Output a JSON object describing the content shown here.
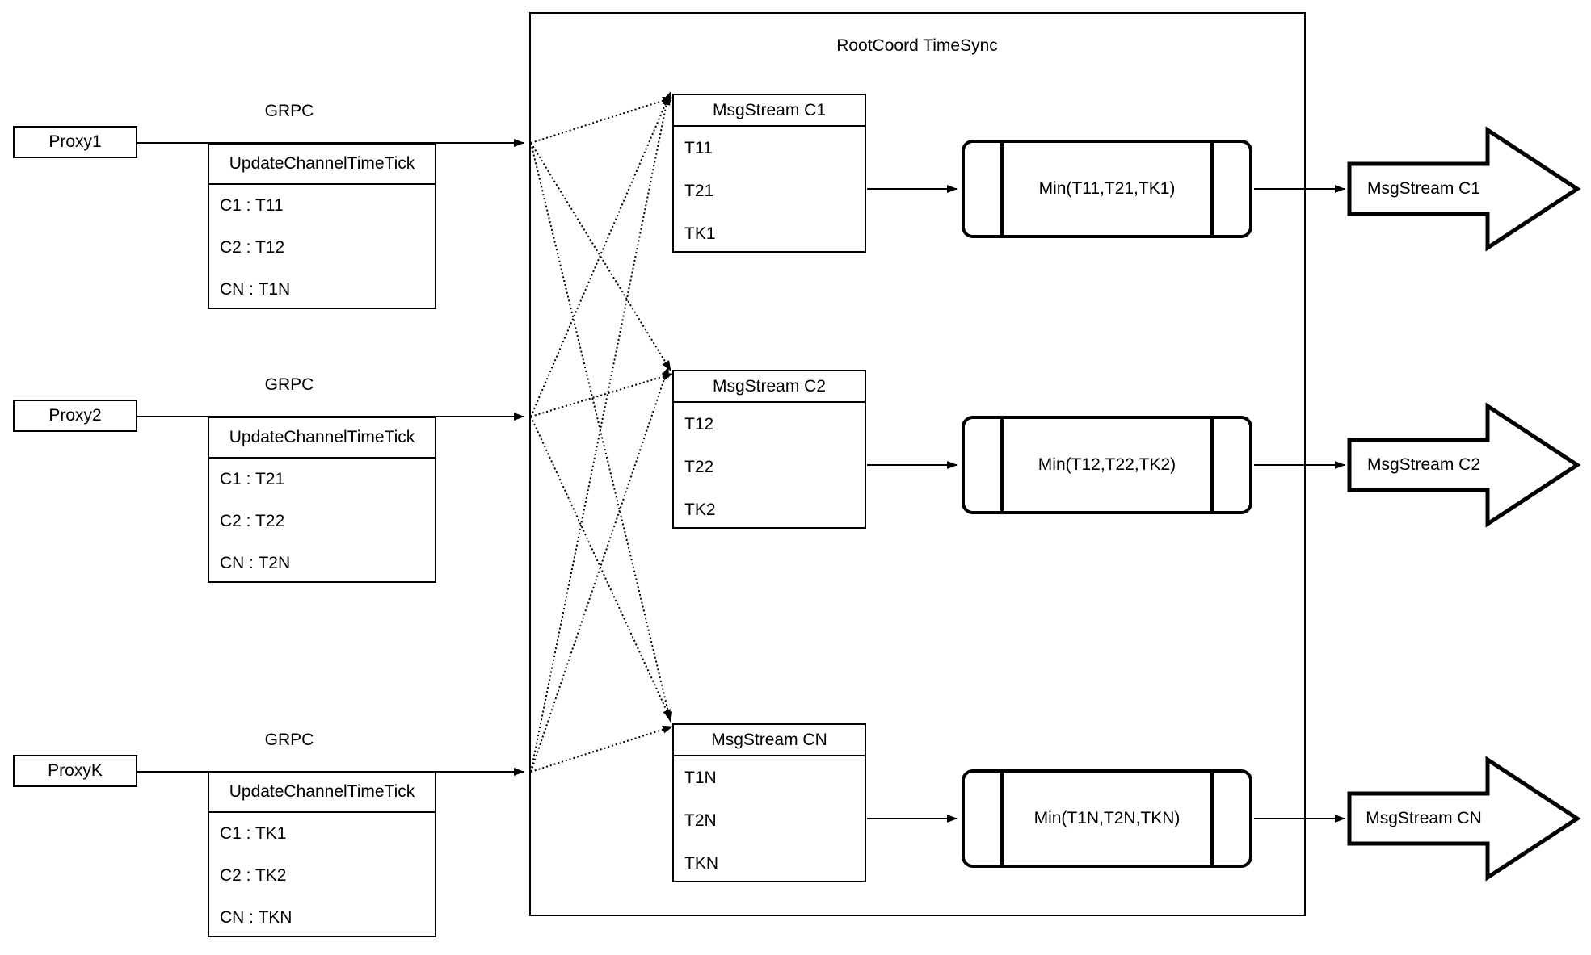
{
  "diagram": {
    "title": "RootCoord TimeSync",
    "grpc_label": "GRPC",
    "proxies": [
      {
        "name": "Proxy1",
        "call": {
          "title": "UpdateChannelTimeTick",
          "rows": [
            "C1 :  T11",
            "C2 :  T12",
            "CN : T1N"
          ]
        }
      },
      {
        "name": "Proxy2",
        "call": {
          "title": "UpdateChannelTimeTick",
          "rows": [
            "C1 :  T21",
            "C2 :  T22",
            "CN : T2N"
          ]
        }
      },
      {
        "name": "ProxyK",
        "call": {
          "title": "UpdateChannelTimeTick",
          "rows": [
            "C1 :  TK1",
            "C2 :  TK2",
            "CN : TKN"
          ]
        }
      }
    ],
    "streams": [
      {
        "header": "MsgStream C1",
        "ticks": [
          "T11",
          "T21",
          "TK1"
        ],
        "min": "Min(T11,T21,TK1)",
        "output": "MsgStream C1"
      },
      {
        "header": "MsgStream C2",
        "ticks": [
          "T12",
          "T22",
          "TK2"
        ],
        "min": "Min(T12,T22,TK2)",
        "output": "MsgStream C2"
      },
      {
        "header": "MsgStream CN",
        "ticks": [
          "T1N",
          "T2N",
          "TKN"
        ],
        "min": "Min(T1N,T2N,TKN)",
        "output": "MsgStream CN"
      }
    ],
    "colors": {
      "stroke": "#000000",
      "background": "#ffffff"
    }
  }
}
